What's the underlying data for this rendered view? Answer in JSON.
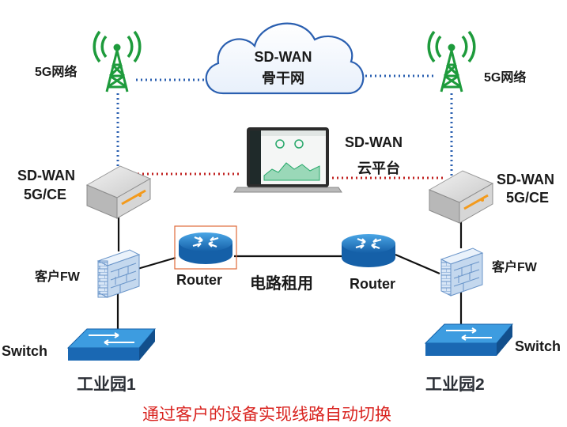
{
  "labels": {
    "net_5g_left": "5G网络",
    "net_5g_right": "5G网络",
    "cloud_line1": "SD-WAN",
    "cloud_line2": "骨干网",
    "platform_line1": "SD-WAN",
    "platform_line2": "云平台",
    "ce_left_line1": "SD-WAN",
    "ce_left_line2": "5G/CE",
    "ce_right_line1": "SD-WAN",
    "ce_right_line2": "5G/CE",
    "fw_left": "客户FW",
    "fw_right": "客户FW",
    "router_left": "Router",
    "router_right": "Router",
    "leased_line": "电路租用",
    "switch_left": "Switch",
    "switch_right": "Switch",
    "site_left": "工业园1",
    "site_right": "工业园2",
    "caption": "通过客户的设备实现线路自动切换"
  },
  "colors": {
    "cloud_link": "#2a5fb0",
    "platform_link": "#c0211f",
    "solid_link": "#111111",
    "tower": "#1e9b3c",
    "device_blue": "#1f6fb8",
    "caption_red": "#d9231f"
  },
  "icons": [
    "cell-tower-icon",
    "cloud-icon",
    "laptop-icon",
    "ce-device-icon",
    "firewall-icon",
    "router-icon",
    "switch-icon"
  ]
}
